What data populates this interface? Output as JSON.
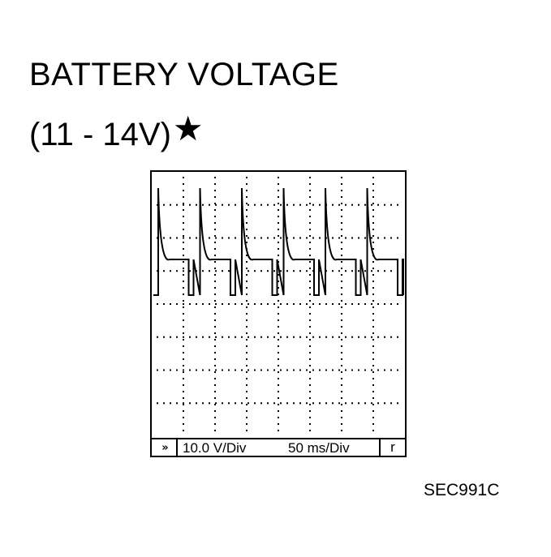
{
  "title": "BATTERY VOLTAGE",
  "range_label": "(11 - 14V)",
  "star_glyph": "★",
  "scope": {
    "left_button_glyph": "»",
    "volts_per_div": "10.0 V/Div",
    "time_per_div": "50 ms/Div",
    "right_button_label": "r"
  },
  "figure_code": "SEC991C",
  "waveform": {
    "pulse_count": 6,
    "trace_color": "#000000",
    "grid_color": "#000000"
  }
}
